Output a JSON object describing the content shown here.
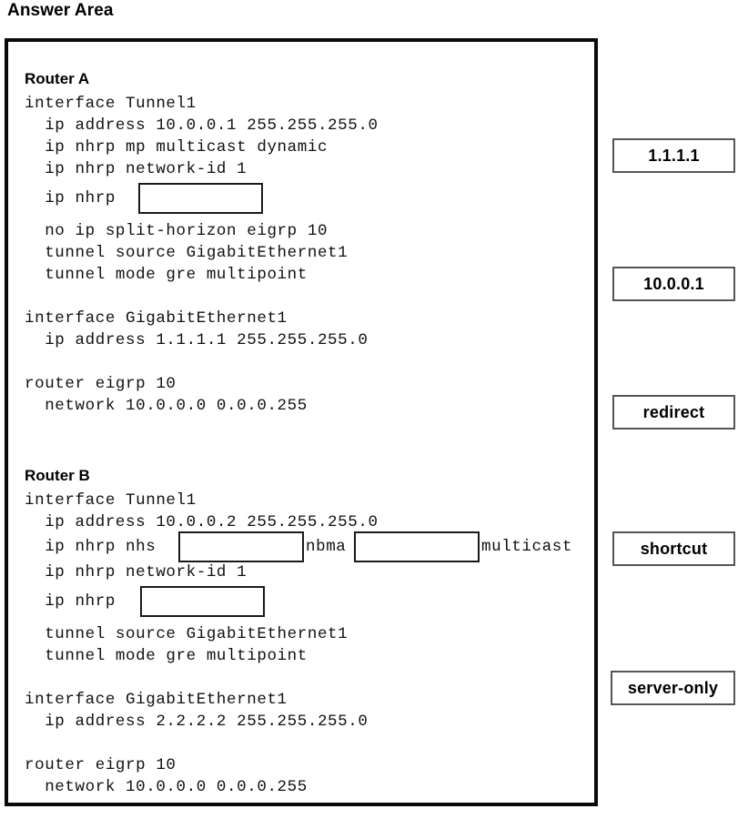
{
  "page": {
    "title": "Answer Area"
  },
  "config_panel": {
    "routers": [
      {
        "heading": "Router A",
        "lines": [
          "interface Tunnel1",
          "  ip address 10.0.0.1 255.255.255.0",
          "  ip nhrp mp multicast dynamic",
          "  ip nhrp network-id 1",
          "  ip nhrp",
          "  no ip split-horizon eigrp 10",
          "  tunnel source GigabitEthernet1",
          "  tunnel mode gre multipoint",
          "",
          "interface GigabitEthernet1",
          "  ip address 1.1.1.1 255.255.255.0",
          "",
          "router eigrp 10",
          "  network 10.0.0.0 0.0.0.255"
        ]
      },
      {
        "heading": "Router B",
        "lines": [
          "interface Tunnel1",
          "  ip address 10.0.0.2 255.255.255.0",
          "  ip nhrp nhs",
          "nbma",
          "multicast",
          "  ip nhrp network-id 1",
          "  ip nhrp",
          "  tunnel source GigabitEthernet1",
          "  tunnel mode gre multipoint",
          "",
          "interface GigabitEthernet1",
          "  ip address 2.2.2.2 255.255.255.0",
          "",
          "router eigrp 10",
          "  network 10.0.0.0 0.0.0.255"
        ]
      }
    ],
    "drop_slots": [
      {
        "name": "router-a-nhrp-slot",
        "value": ""
      },
      {
        "name": "router-b-nhs-slot",
        "value": ""
      },
      {
        "name": "router-b-nbma-slot",
        "value": ""
      },
      {
        "name": "router-b-nhrp-slot",
        "value": ""
      }
    ]
  },
  "options": [
    {
      "label": "1.1.1.1"
    },
    {
      "label": "10.0.0.1"
    },
    {
      "label": "redirect"
    },
    {
      "label": "shortcut"
    },
    {
      "label": "server-only"
    }
  ],
  "colors": {
    "panel_border": "#0a0a0a",
    "slot_border": "#1a1a1a",
    "tile_border": "#555555",
    "text": "#000000",
    "background": "#ffffff"
  }
}
